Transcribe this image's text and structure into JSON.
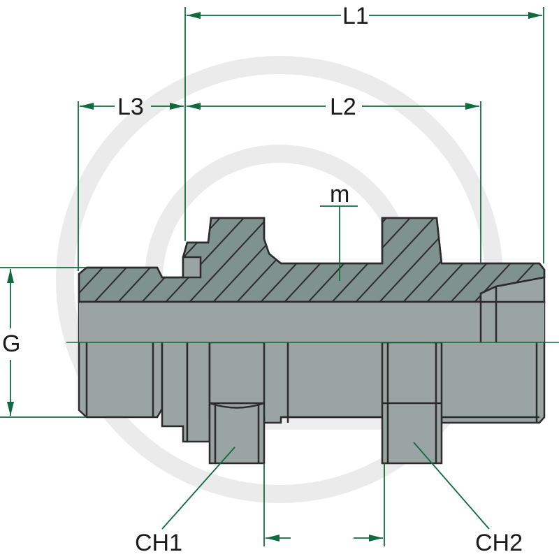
{
  "labels": {
    "l1": "L1",
    "l2": "L2",
    "l3": "L3",
    "m": "m",
    "g": "G",
    "ch1": "CH1",
    "ch2": "CH2"
  },
  "colors": {
    "body": "#9aa5a3",
    "section": "#7f928d",
    "dimension": "#0f6b3e",
    "outline": "#2b2b2b"
  }
}
